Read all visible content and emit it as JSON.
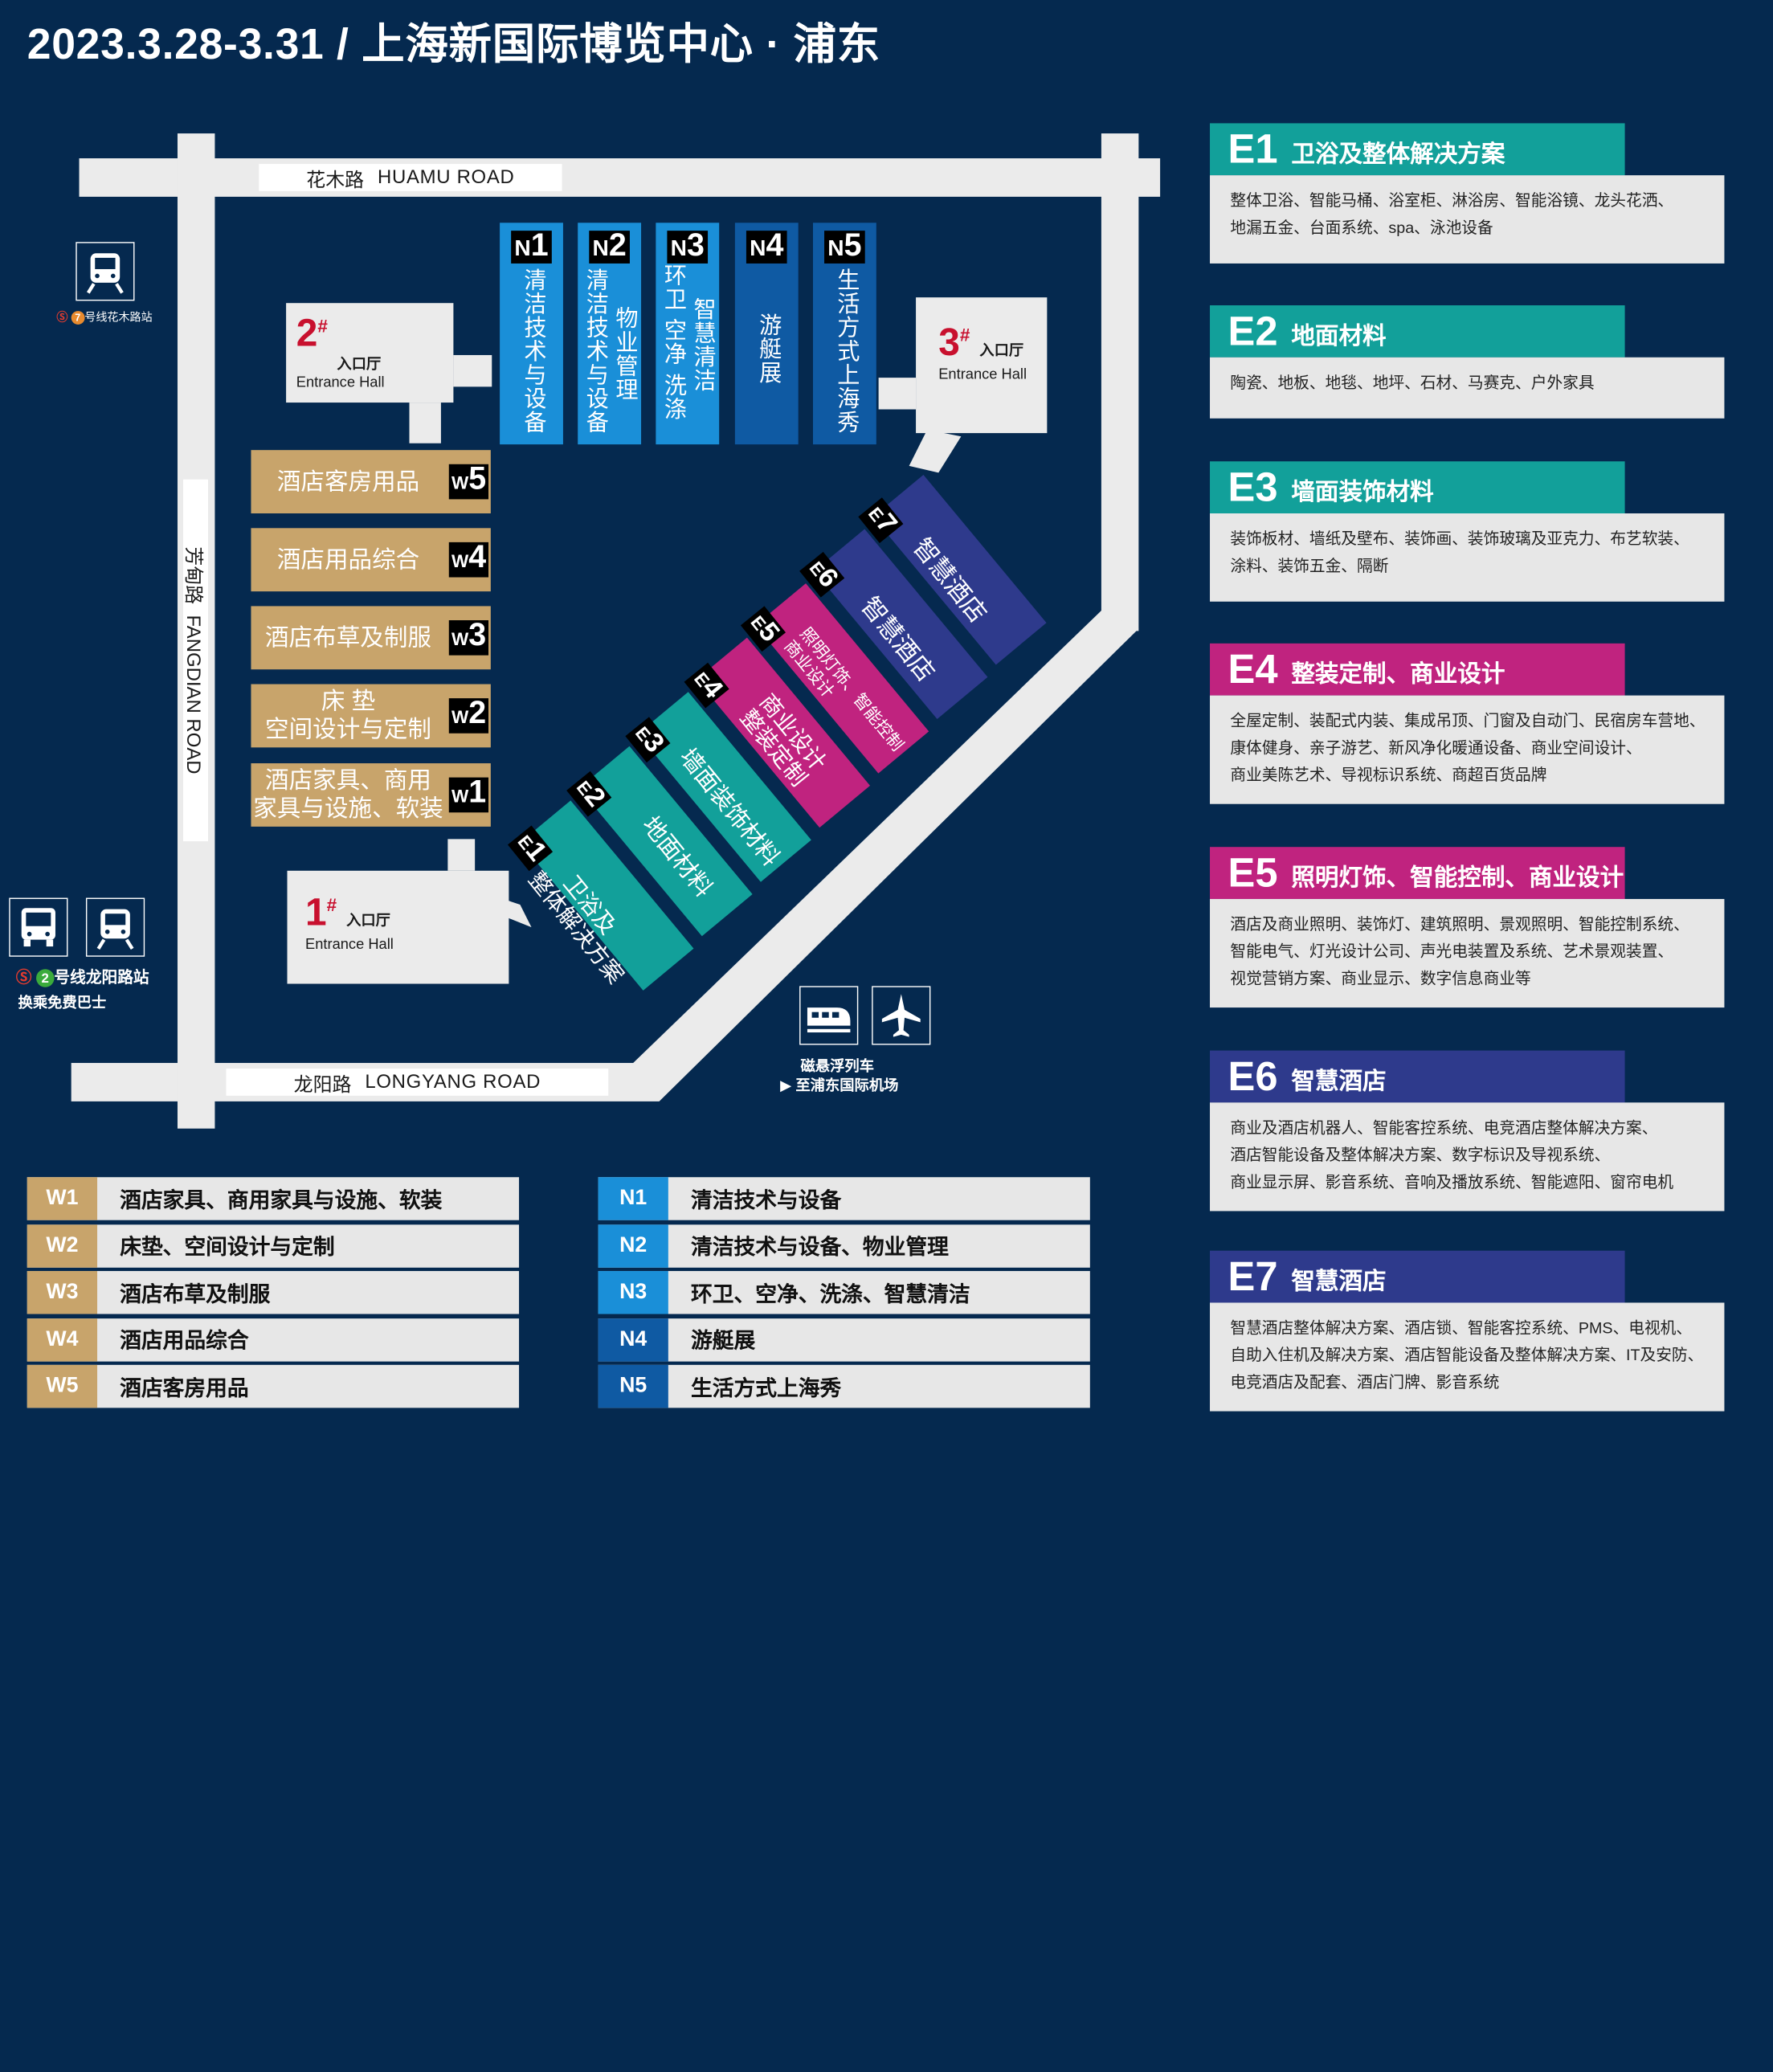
{
  "title": "2023.3.28-3.31 / 上海新国际博览中心 · 浦东",
  "roads": {
    "huamu": {
      "cn": "花木路",
      "en": "HUAMU ROAD"
    },
    "longyang": {
      "cn": "龙阳路",
      "en": "LONGYANG ROAD"
    },
    "fangdian": {
      "cn": "芳甸路",
      "en": "FANGDIAN ROAD"
    }
  },
  "entrances": [
    {
      "num": "1",
      "cn": "入口厅",
      "en": "Entrance Hall"
    },
    {
      "num": "2",
      "cn": "入口厅",
      "en": "Entrance Hall"
    },
    {
      "num": "3",
      "cn": "入口厅",
      "en": "Entrance Hall"
    }
  ],
  "n_halls": [
    {
      "letter": "N",
      "num": "1",
      "lines": [
        "清洁技术与设备"
      ],
      "color": "#1a8fd8"
    },
    {
      "letter": "N",
      "num": "2",
      "lines": [
        "清洁技术与设备",
        "物业管理"
      ],
      "color": "#1a8fd8"
    },
    {
      "letter": "N",
      "num": "3",
      "lines": [
        "环卫 空净 洗涤",
        "智慧清洁"
      ],
      "color": "#1a8fd8"
    },
    {
      "letter": "N",
      "num": "4",
      "lines": [
        "游艇展"
      ],
      "color": "#0f5aa3"
    },
    {
      "letter": "N",
      "num": "5",
      "lines": [
        "生活方式上海秀"
      ],
      "color": "#0f5aa3"
    }
  ],
  "w_halls": [
    {
      "letter": "W",
      "num": "5",
      "lines": [
        "酒店客房用品"
      ]
    },
    {
      "letter": "W",
      "num": "4",
      "lines": [
        "酒店用品综合"
      ]
    },
    {
      "letter": "W",
      "num": "3",
      "lines": [
        "酒店布草及制服"
      ]
    },
    {
      "letter": "W",
      "num": "2",
      "lines": [
        "床 垫",
        "空间设计与定制"
      ]
    },
    {
      "letter": "W",
      "num": "1",
      "lines": [
        "酒店家具、商用",
        "家具与设施、软装"
      ]
    }
  ],
  "e_halls": [
    {
      "letter": "E",
      "num": "1",
      "lines": [
        "卫浴及",
        "整体解决方案"
      ],
      "color": "#12a09a"
    },
    {
      "letter": "E",
      "num": "2",
      "lines": [
        "地面材料"
      ],
      "color": "#12a09a"
    },
    {
      "letter": "E",
      "num": "3",
      "lines": [
        "墙面装饰材料"
      ],
      "color": "#12a09a"
    },
    {
      "letter": "E",
      "num": "4",
      "lines": [
        "商业设计",
        "整装定制"
      ],
      "color": "#c0237f"
    },
    {
      "letter": "E",
      "num": "5",
      "lines": [
        "照明灯饰、智能控制",
        "商业设计"
      ],
      "color": "#c0237f"
    },
    {
      "letter": "E",
      "num": "6",
      "lines": [
        "智慧酒店"
      ],
      "color": "#2e3a8c"
    },
    {
      "letter": "E",
      "num": "7",
      "lines": [
        "智慧酒店"
      ],
      "color": "#2e3a8c"
    }
  ],
  "transit": {
    "line7": "7",
    "line7_station": "号线花木路站",
    "line2": "2",
    "line2_station": "号线龙阳路站",
    "bus": "换乘免费巴士",
    "maglev": "磁悬浮列车",
    "airport": "至浦东国际机场"
  },
  "legend_w": [
    {
      "code": "W1",
      "text": "酒店家具、商用家具与设施、软装"
    },
    {
      "code": "W2",
      "text": "床垫、空间设计与定制"
    },
    {
      "code": "W3",
      "text": "酒店布草及制服"
    },
    {
      "code": "W4",
      "text": "酒店用品综合"
    },
    {
      "code": "W5",
      "text": "酒店客房用品"
    }
  ],
  "legend_n": [
    {
      "code": "N1",
      "text": "清洁技术与设备"
    },
    {
      "code": "N2",
      "text": "清洁技术与设备、物业管理"
    },
    {
      "code": "N3",
      "text": "环卫、空净、洗涤、智慧清洁"
    },
    {
      "code": "N4",
      "text": "游艇展"
    },
    {
      "code": "N5",
      "text": "生活方式上海秀"
    }
  ],
  "cards": [
    {
      "code": "E1",
      "name": "卫浴及整体解决方案",
      "color": "#12a09a",
      "lines": [
        "整体卫浴、智能马桶、浴室柜、淋浴房、智能浴镜、龙头花洒、",
        "地漏五金、台面系统、spa、泳池设备"
      ]
    },
    {
      "code": "E2",
      "name": "地面材料",
      "color": "#12a09a",
      "lines": [
        "陶瓷、地板、地毯、地坪、石材、马赛克、户外家具"
      ]
    },
    {
      "code": "E3",
      "name": "墙面装饰材料",
      "color": "#12a09a",
      "lines": [
        "装饰板材、墙纸及壁布、装饰画、装饰玻璃及亚克力、布艺软装、",
        "涂料、装饰五金、隔断"
      ]
    },
    {
      "code": "E4",
      "name": "整装定制、商业设计",
      "color": "#c0237f",
      "lines": [
        "全屋定制、装配式内装、集成吊顶、门窗及自动门、民宿房车营地、",
        "康体健身、亲子游艺、新风净化暖通设备、商业空间设计、",
        "商业美陈艺术、导视标识系统、商超百货品牌"
      ]
    },
    {
      "code": "E5",
      "name": "照明灯饰、智能控制、商业设计",
      "color": "#c0237f",
      "lines": [
        "酒店及商业照明、装饰灯、建筑照明、景观照明、智能控制系统、",
        "智能电气、灯光设计公司、声光电装置及系统、艺术景观装置、",
        "视觉营销方案、商业显示、数字信息商业等"
      ]
    },
    {
      "code": "E6",
      "name": "智慧酒店",
      "color": "#2e3a8c",
      "lines": [
        "商业及酒店机器人、智能客控系统、电竞酒店整体解决方案、",
        "酒店智能设备及整体解决方案、数字标识及导视系统、",
        "商业显示屏、影音系统、音响及播放系统、智能遮阳、窗帘电机"
      ]
    },
    {
      "code": "E7",
      "name": "智慧酒店",
      "color": "#2e3a8c",
      "lines": [
        "智慧酒店整体解决方案、酒店锁、智能客控系统、PMS、电视机、",
        "自助入住机及解决方案、酒店智能设备及整体解决方案、IT及安防、",
        "电竞酒店及配套、酒店门牌、影音系统"
      ]
    }
  ],
  "colors": {
    "background": "#05294f",
    "road": "#ebebeb",
    "w_hall": "#c8a46b",
    "w_badge": "#c8a46b",
    "n_badge": "#1a8fd8",
    "n_badge_dark": "#0f5aa3"
  }
}
